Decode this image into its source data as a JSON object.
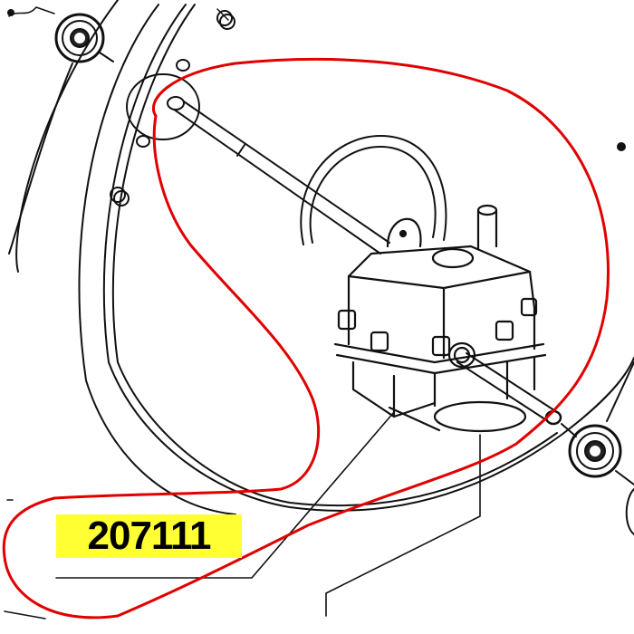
{
  "diagram": {
    "type": "exploded parts illustration",
    "subject": "gearbox / transmission assembly on mower deck",
    "callout": {
      "part_number": "207111",
      "highlight_color": "#ffff33",
      "text_color": "#000000"
    },
    "annotation": {
      "kind": "hand-drawn freehand loop",
      "color": "#e00000",
      "encircles": [
        "gearbox",
        "shaft",
        "part-number-label"
      ]
    },
    "components": [
      "gearbox-housing",
      "drive-shaft",
      "drive-belt",
      "pulley-left",
      "pulley-right",
      "deck-outline",
      "shaft-bushing",
      "leader-line"
    ]
  }
}
